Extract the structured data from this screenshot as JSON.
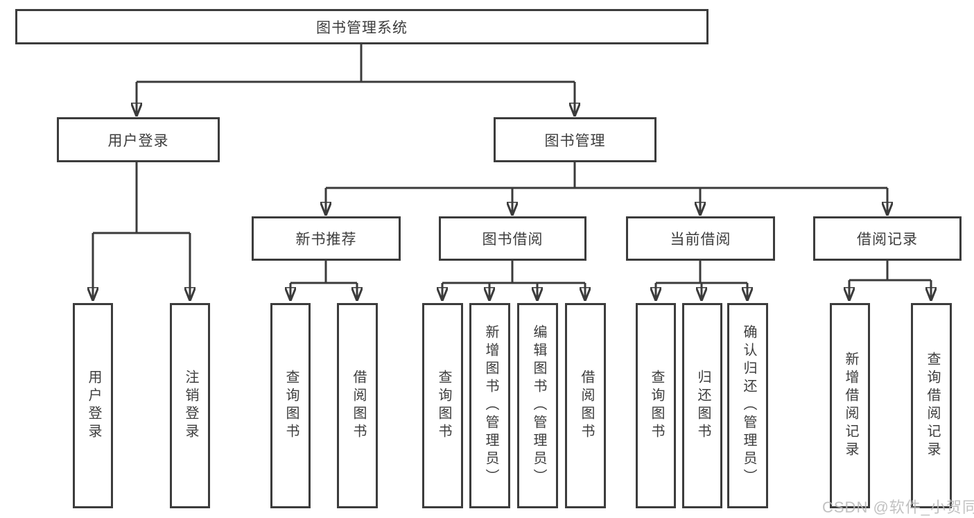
{
  "diagram": {
    "root": {
      "label": "图书管理系统"
    },
    "level2": [
      {
        "label": "用户登录"
      },
      {
        "label": "图书管理"
      }
    ],
    "level3": [
      {
        "label": "新书推荐"
      },
      {
        "label": "图书借阅"
      },
      {
        "label": "当前借阅"
      },
      {
        "label": "借阅记录"
      }
    ],
    "leaves": {
      "user_login": [
        {
          "label": "用户登录"
        },
        {
          "label": "注销登录"
        }
      ],
      "new_book_recommend": [
        {
          "label": "查询图书"
        },
        {
          "label": "借阅图书"
        }
      ],
      "book_borrow": [
        {
          "label": "查询图书"
        },
        {
          "label": "新增图书（管理员）"
        },
        {
          "label": "编辑图书（管理员）"
        },
        {
          "label": "借阅图书"
        }
      ],
      "current_borrow": [
        {
          "label": "查询图书"
        },
        {
          "label": "归还图书"
        },
        {
          "label": "确认归还（管理员）"
        }
      ],
      "borrow_records": [
        {
          "label": "新增借阅记录"
        },
        {
          "label": "查询借阅记录"
        }
      ]
    }
  },
  "watermark": {
    "text": "CSDN @软件_小贺同学"
  },
  "colors": {
    "line": "#3b3b3b",
    "box_border": "#3c3c3c",
    "box_fill": "#ffffff",
    "text": "#3d3d3d",
    "watermark": "#b9b9b9",
    "background": "#ffffff"
  }
}
